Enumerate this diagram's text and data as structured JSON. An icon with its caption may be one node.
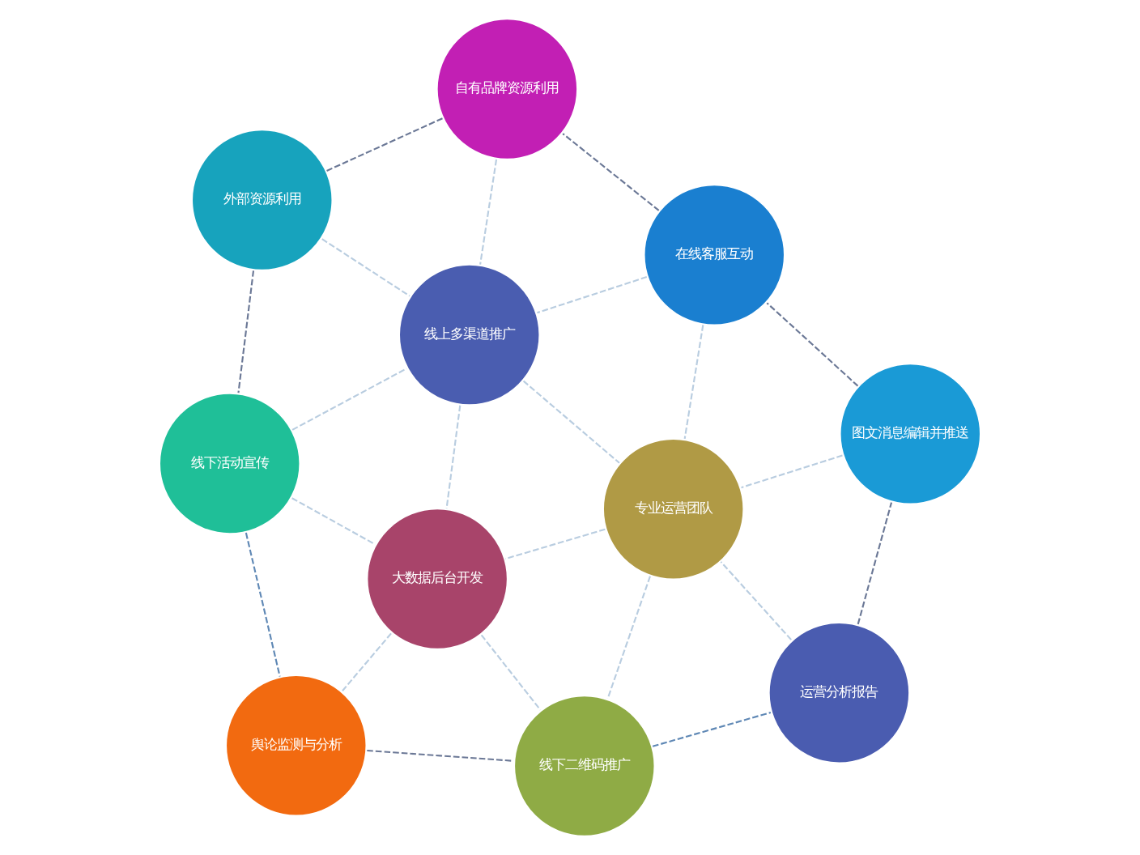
{
  "diagram": {
    "nodes": [
      {
        "text": [
          "自有品牌资源利用"
        ]
      },
      {
        "text": [
          "外部资源利用"
        ]
      },
      {
        "text": [
          "在线客服互动"
        ]
      },
      {
        "text": [
          "线下活动宣传"
        ]
      },
      {
        "text": [
          "图文消息编辑并推送"
        ]
      },
      {
        "text": [
          "线上多渠道推广"
        ]
      },
      {
        "text": [
          "专业运营团队"
        ]
      },
      {
        "text": [
          "大数据后台开发"
        ]
      },
      {
        "text": [
          "舆论监测与分析"
        ]
      },
      {
        "text": [
          "线下二维码推广"
        ]
      },
      {
        "text": [
          "运营分析报告"
        ]
      }
    ],
    "edges": [
      {
        "from": 4,
        "to": 2,
        "arrow": "none",
        "style": "dashed",
        "color": "#6b7896"
      },
      {
        "from": 2,
        "to": 0,
        "arrow": "none",
        "style": "dashed",
        "color": "#6b7896"
      },
      {
        "from": 0,
        "to": 1,
        "arrow": "none",
        "style": "dashed",
        "color": "#6b7896"
      },
      {
        "from": 1,
        "to": 3,
        "arrow": "none",
        "style": "dashed",
        "color": "#6b7896"
      },
      {
        "from": 3,
        "to": 8,
        "arrow": "none",
        "style": "dashed",
        "color": "#5f88b5"
      },
      {
        "from": 8,
        "to": 9,
        "arrow": "none",
        "style": "dashed",
        "color": "#6b7896"
      },
      {
        "from": 9,
        "to": 10,
        "arrow": "none",
        "style": "dashed",
        "color": "#5f88b5"
      },
      {
        "from": 10,
        "to": 4,
        "arrow": "none",
        "style": "dashed",
        "color": "#6b7896"
      },
      {
        "from": 4,
        "to": 6,
        "arrow": "none",
        "style": "dashed"
      },
      {
        "from": 2,
        "to": 6,
        "arrow": "none",
        "style": "dashed"
      },
      {
        "from": 2,
        "to": 5,
        "arrow": "none",
        "style": "dashed"
      },
      {
        "from": 0,
        "to": 5,
        "arrow": "none",
        "style": "dashed"
      },
      {
        "from": 1,
        "to": 5,
        "arrow": "none",
        "style": "dashed"
      },
      {
        "from": 3,
        "to": 5,
        "arrow": "none",
        "style": "dashed"
      },
      {
        "from": 3,
        "to": 7,
        "arrow": "none",
        "style": "dashed"
      },
      {
        "from": 5,
        "to": 6,
        "arrow": "none",
        "style": "dashed"
      },
      {
        "from": 5,
        "to": 7,
        "arrow": "none",
        "style": "dashed"
      },
      {
        "from": 6,
        "to": 7,
        "arrow": "none",
        "style": "dashed"
      },
      {
        "from": 6,
        "to": 9,
        "arrow": "none",
        "style": "dashed"
      },
      {
        "from": 10,
        "to": 6,
        "arrow": "none",
        "style": "dashed"
      },
      {
        "from": 7,
        "to": 8,
        "arrow": "none",
        "style": "dashed"
      },
      {
        "from": 7,
        "to": 9,
        "arrow": "none",
        "style": "dashed"
      }
    ]
  }
}
